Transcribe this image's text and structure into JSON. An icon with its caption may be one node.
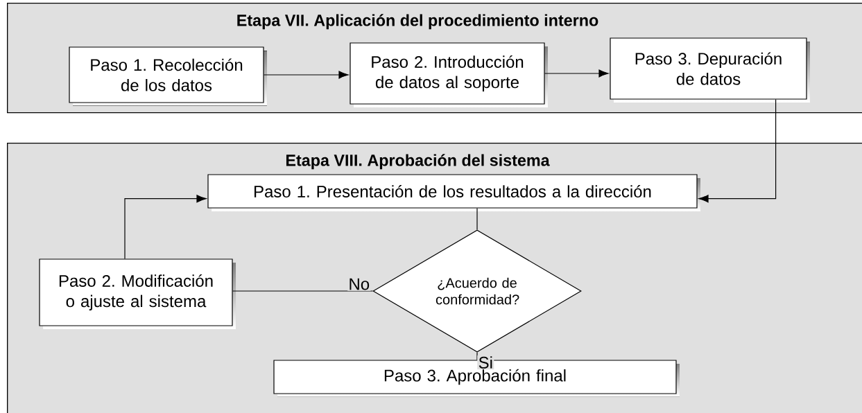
{
  "diagram": {
    "nodes": [
      {
        "text": [
          "Etapa VII. Aplicación del procedimiento interno"
        ]
      },
      {
        "text": [
          "Paso 1. Recolección de los datos"
        ],
        "in": 0
      },
      {
        "text": [
          "Paso 2. Introducción de datos al soporte"
        ],
        "in": 0
      },
      {
        "text": [
          "Paso 3. Depuración de datos"
        ],
        "in": 0
      },
      {
        "text": [
          "Etapa VIII. Aprobación del sistema"
        ]
      },
      {
        "text": [
          "Paso 1. Presentación de los resultados a la dirección"
        ],
        "in": 4
      },
      {
        "text": [
          "¿Acuerdo de conformidad?"
        ],
        "in": 4
      },
      {
        "text": [
          "Paso 2. Modificación o ajuste al sistema"
        ],
        "in": 4
      },
      {
        "text": [
          "Paso 3. Aprobación final"
        ],
        "in": 4
      }
    ],
    "edges": [
      {
        "from": 1,
        "to": 2,
        "arrow": "to"
      },
      {
        "from": 2,
        "to": 3,
        "arrow": "to"
      },
      {
        "from": 3,
        "to": 5,
        "arrow": "to"
      },
      {
        "from": 5,
        "to": 6,
        "arrow": "none"
      },
      {
        "from": 6,
        "to": 7,
        "arrow": "none",
        "label": "No"
      },
      {
        "from": 7,
        "to": 5,
        "arrow": "to"
      },
      {
        "from": 6,
        "to": 8,
        "arrow": "none",
        "label": "Si"
      }
    ]
  }
}
